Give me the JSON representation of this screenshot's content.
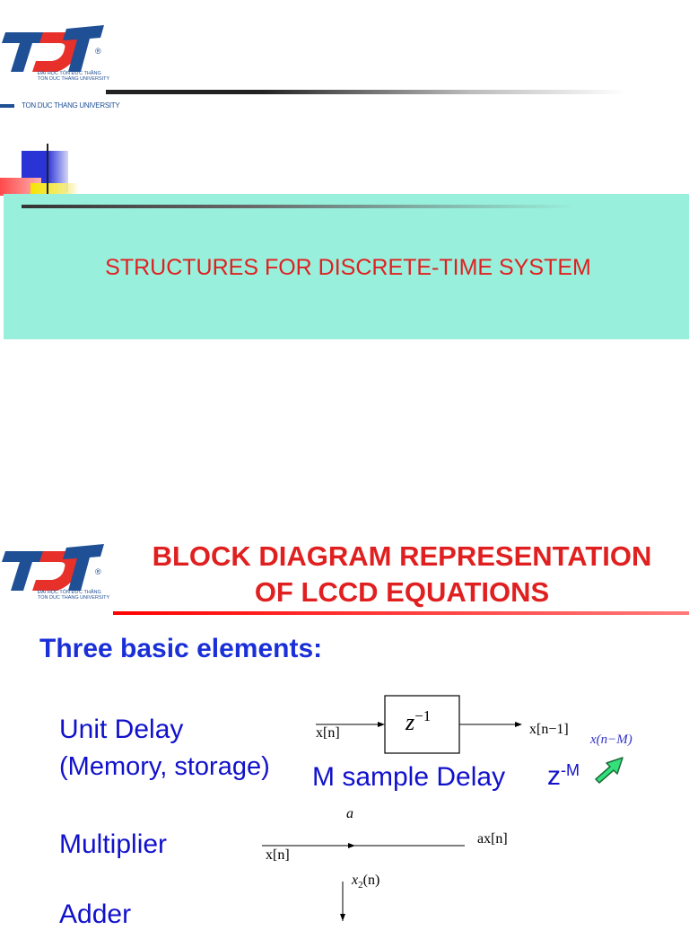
{
  "slide1": {
    "logo": {
      "letters": "TDT",
      "registered": "®",
      "subtitle_line1": "ĐẠI HỌC TÔN ĐỨC THẮNG",
      "subtitle_line2": "TON DUC THANG UNIVERSITY",
      "footer_name": "TON DUC THANG UNIVERSITY"
    },
    "title": "STRUCTURES FOR DISCRETE-TIME SYSTEM",
    "colors": {
      "title_band": "#98f0dc",
      "title_text": "#e02020"
    }
  },
  "slide2": {
    "logo": {
      "letters": "TDT",
      "registered": "®",
      "subtitle_line1": "ĐẠI HỌC TÔN ĐỨC THẮNG",
      "subtitle_line2": "TON DUC THANG UNIVERSITY"
    },
    "title_line1": "BLOCK DIAGRAM REPRESENTATION",
    "title_line2": "OF LCCD EQUATIONS",
    "heading": "Three basic elements:",
    "unit_delay": {
      "label": "Unit Delay",
      "sublabel": "(Memory, storage)",
      "input": "x[n]",
      "box": "z",
      "box_exp": "−1",
      "output": "x[n−1]",
      "m_delay_label": "M sample Delay",
      "m_delay_z": "z",
      "m_delay_exp": "-M",
      "m_output": "x(n−M)"
    },
    "multiplier": {
      "label": "Multiplier",
      "coef": "a",
      "input": "x[n]",
      "output": "ax[n]"
    },
    "adder": {
      "label": "Adder",
      "input2": "x",
      "input2_sub": "2",
      "input2_arg": "(n)"
    },
    "colors": {
      "title_text": "#e02020",
      "heading": "#1a2fd8",
      "body_text": "#1111cc",
      "arrow": "#33e07a"
    }
  }
}
